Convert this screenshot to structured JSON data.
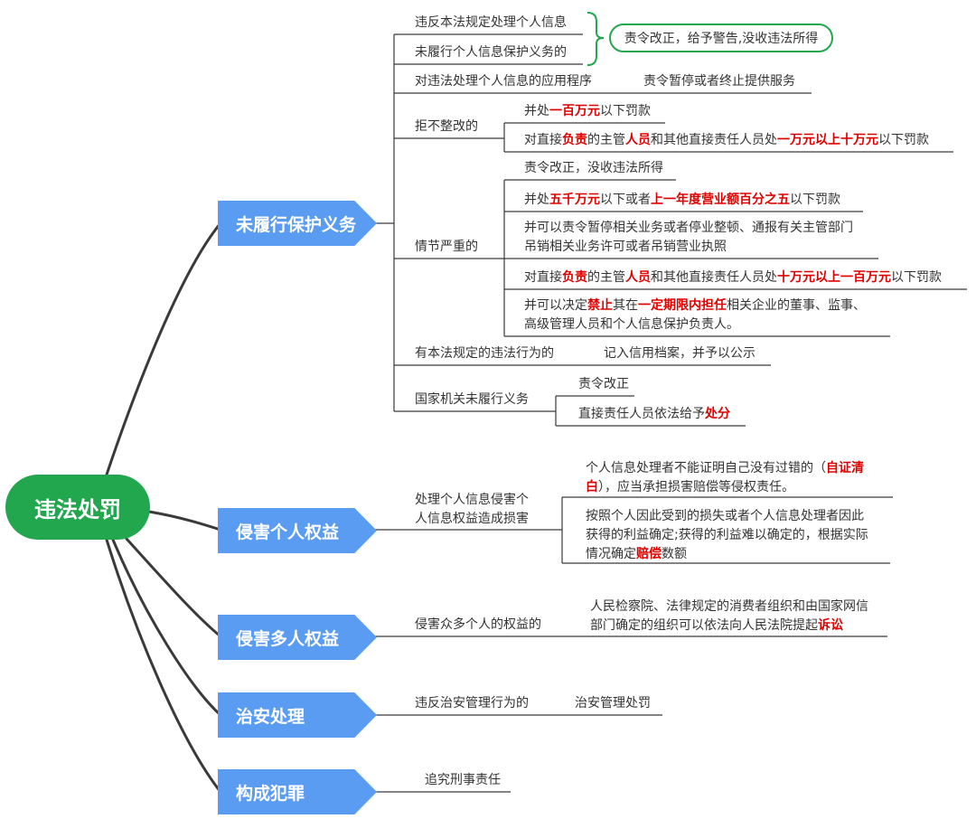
{
  "root": "违法处罚",
  "branches": [
    "未履行保护义务",
    "侵害个人权益",
    "侵害多人权益",
    "治安处理",
    "构成犯罪"
  ],
  "b1": {
    "n1": "违反本法规定处理个人信息",
    "n2": "未履行个人信息保护义务的",
    "n1_result": "责令改正，给予警告,没收违法所得",
    "n3": "对违法处理个人信息的应用程序",
    "n3_result": "责令暂停或者终止提供服务",
    "n4": "拒不整改的",
    "n4_r1": [
      "并处",
      "一百万元",
      "以下罚款"
    ],
    "n4_r2": [
      "对直接",
      "负责",
      "的主管",
      "人员",
      "和其他直接责任人员处",
      "一万元以上十万元",
      "以下罚款"
    ],
    "n5": "情节严重的",
    "n5_r1": "责令改正，没收违法所得",
    "n5_r2": [
      "并处",
      "五千万元",
      "以下或者",
      "上一年度营业额百分之五",
      "以下罚款"
    ],
    "n5_r3a": "并可以责令暂停相关业务或者停业整顿、通报有关主管部门",
    "n5_r3b": "吊销相关业务许可或者吊销营业执照",
    "n5_r4": [
      "对直接",
      "负责",
      "的主管",
      "人员",
      "和其他直接责任人员处",
      "十万元以上一百万元",
      "以下罚款"
    ],
    "n5_r5a": [
      "并可以决定",
      "禁止",
      "其在",
      "一定期限内担任",
      "相关企业的董事、监事、"
    ],
    "n5_r5b": "高级管理人员和个人信息保护负责人。",
    "n6": "有本法规定的违法行为的",
    "n6_result": "记入信用档案，并予以公示",
    "n7": "国家机关未履行义务",
    "n7_r1": "责令改正",
    "n7_r2": [
      "直接责任人员依法给予",
      "处分"
    ]
  },
  "b2": {
    "n1a": "处理个人信息侵害个",
    "n1b": "人信息权益造成损害",
    "r1a": [
      "个人信息处理者不能证明自己没有过错的（",
      "自证清"
    ],
    "r1b": [
      "白",
      "），应当承担损害赔偿等侵权责任。"
    ],
    "r2a": "按照个人因此受到的损失或者个人信息处理者因此",
    "r2b": "获得的利益确定;获得的利益难以确定的，根据实际",
    "r2c": [
      "情况确定",
      "赔偿",
      "数额"
    ]
  },
  "b3": {
    "n1": "侵害众多个人的权益的",
    "r1a": "人民检察院、法律规定的消费者组织和由国家网信",
    "r1b": [
      "部门确定的组织可以依法向人民法院提起",
      "诉讼"
    ]
  },
  "b4": {
    "n1": "违反治安管理行为的",
    "r1": "治安管理处罚"
  },
  "b5": {
    "n1": "追究刑事责任"
  },
  "colors": {
    "root": "#22a74f",
    "branch": "#5b9cf3",
    "highlight": "#e00000",
    "line": "#3a3a3a"
  }
}
